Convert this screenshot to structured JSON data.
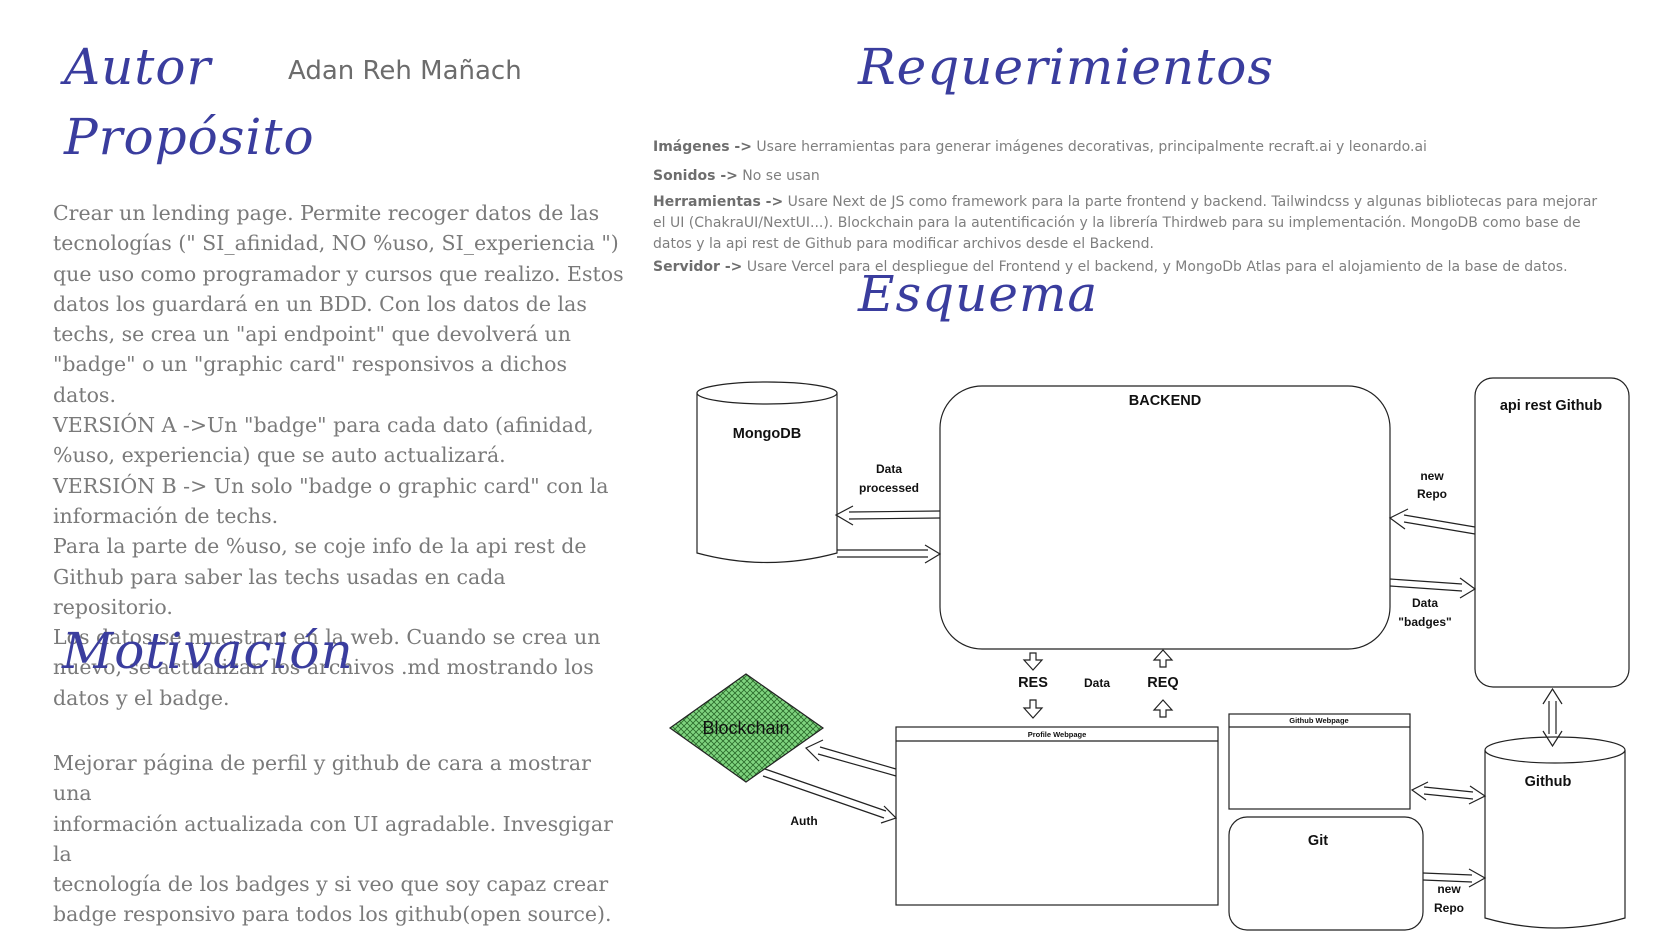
{
  "headings": {
    "autor": "Autor",
    "proposito": "Propósito",
    "motivacion": "Motivación",
    "requerimientos": "Requerimientos",
    "esquema": "Esquema"
  },
  "author_name": "Adan Reh Mañach",
  "proposito_text": "Crear un lending page. Permite recoger datos de las\ntecnologías (\" SI_afinidad, NO %uso, SI_experiencia \")\nque uso como programador y cursos que realizo. Estos\ndatos los guardará en un BDD. Con los datos de las\ntechs, se crea un \"api endpoint\" que devolverá un\n\"badge\" o un \"graphic card\" responsivos a dichos datos.\nVERSIÓN A ->Un \"badge\" para cada dato (afinidad,\n%uso, experiencia) que se auto actualizará.\nVERSIÓN B -> Un solo \"badge o graphic card\" con la\ninformación de techs.\nPara la parte de %uso, se coje info de la api rest de\nGithub para saber las techs usadas en cada repositorio.\nLos datos se muestran en la web. Cuando se crea un\nnuevo, se actualizan los archivos .md mostrando los\ndatos y el badge.",
  "motivacion_text": "Mejorar página de perfil y github de cara a mostrar una\ninformación actualizada con UI agradable. Invesgigar la\ntecnología de los badges y si veo que soy capaz crear\nbadge responsivo para todos los github(open source).",
  "requerimientos": [
    {
      "label": "Imágenes ->",
      "text": " Usare herramientas para generar imágenes decorativas, principalmente recraft.ai y leonardo.ai"
    },
    {
      "label": "Sonidos ->",
      "text": " No se usan"
    },
    {
      "label": "Herramientas ->",
      "text": " Usare Next de JS como framework para la parte frontend y backend. Tailwindcss y algunas bibliotecas para mejorar el UI (ChakraUI/NextUI...). Blockchain para la autentificación y la librería Thirdweb para su implementación. MongoDB como base de datos y la api rest de Github para modificar archivos desde el Backend."
    },
    {
      "label": "Servidor ->",
      "text": " Usare Vercel para el despliegue del Frontend y el backend, y MongoDb Atlas para el alojamiento de la base de datos."
    }
  ],
  "diagram": {
    "mongodb": "MongoDB",
    "backend": "BACKEND",
    "api_rest": "api rest Github",
    "data_processed_1": "Data",
    "data_processed_2": "processed",
    "new_repo_1": "new",
    "new_repo_2": "Repo",
    "data_badges_1": "Data",
    "data_badges_2": "\"badges\"",
    "res": "RES",
    "data": "Data",
    "req": "REQ",
    "blockchain": "Blockchain",
    "profile_webpage": "Profile Webpage",
    "github_webpage": "Github Webpage",
    "auth": "Auth",
    "git": "Git",
    "github": "Github",
    "git_new_1": "new",
    "git_new_2": "Repo"
  }
}
